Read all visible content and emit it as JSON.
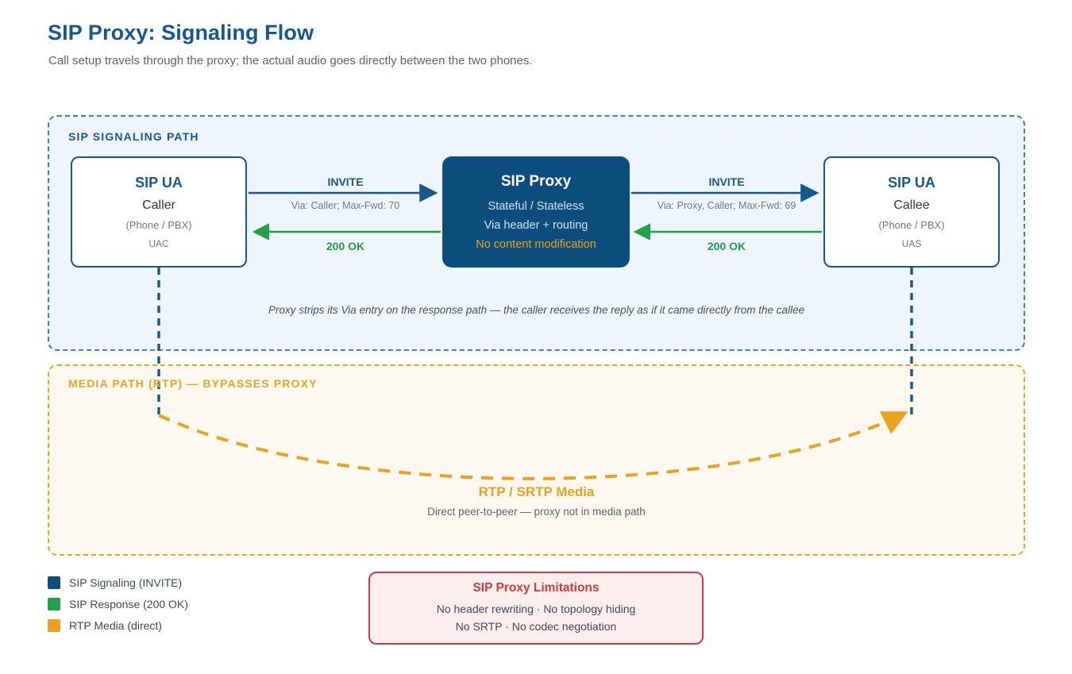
{
  "header": {
    "title": "SIP Proxy: Signaling Flow",
    "subtitle": "Call setup travels through the proxy; the actual audio goes directly between the two phones."
  },
  "signaling_panel": {
    "label": "SIP SIGNALING PATH",
    "note": "Proxy strips its Via entry on the response path — the caller receives the reply as if it came directly from the callee",
    "caller": {
      "title": "SIP UA",
      "role": "Caller",
      "kind": "(Phone / PBX)",
      "agent": "UAC"
    },
    "proxy": {
      "title": "SIP Proxy",
      "line1": "Stateful / Stateless",
      "line2": "Via header + routing",
      "note": "No content modification"
    },
    "callee": {
      "title": "SIP UA",
      "role": "Callee",
      "kind": "(Phone / PBX)",
      "agent": "UAS"
    },
    "flows": {
      "left_request_label": "INVITE",
      "left_request_detail": "Via: Caller; Max-Fwd: 70",
      "left_response_label": "200 OK",
      "right_request_label": "INVITE",
      "right_request_detail": "Via: Proxy, Caller; Max-Fwd: 69",
      "right_response_label": "200 OK"
    }
  },
  "media_panel": {
    "label": "MEDIA PATH (RTP) — BYPASSES PROXY",
    "title": "RTP / SRTP Media",
    "subtitle": "Direct peer-to-peer — proxy not in media path"
  },
  "legend": {
    "items": [
      {
        "label": "SIP Signaling (INVITE)",
        "color": "#0d4d7d"
      },
      {
        "label": "SIP Response (200 OK)",
        "color": "#22a04a"
      },
      {
        "label": "RTP Media (direct)",
        "color": "#eaa221"
      }
    ]
  },
  "limitations": {
    "title": "SIP Proxy Limitations",
    "line1": "No header rewriting · No topology hiding",
    "line2": "No SRTP · No codec negotiation"
  },
  "colors": {
    "signaling_blue": "#15588f",
    "proxy_fill": "#0d4d7d",
    "response_green": "#22a04a",
    "media_orange": "#eaa221",
    "limitation_red": "#cf3b43"
  }
}
